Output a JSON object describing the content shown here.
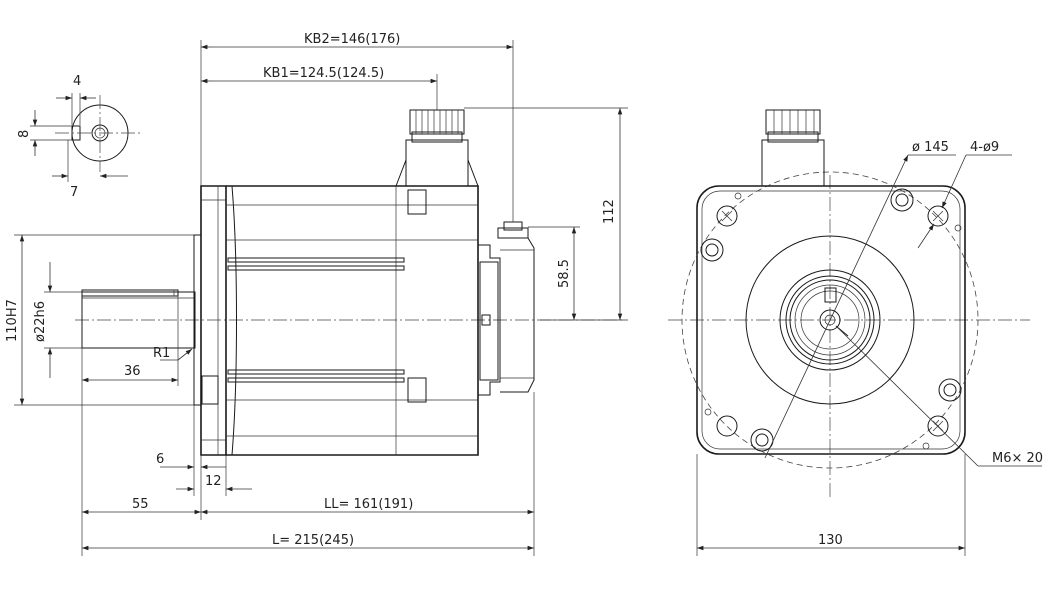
{
  "drawing": {
    "dims": {
      "kb2": "KB2=146(176)",
      "kb1": "KB1=124.5(124.5)",
      "key_width": "4",
      "key_height": "8",
      "key_depth": "7",
      "height_112": "112",
      "height_58_5": "58.5",
      "flange_spigot": "110H7",
      "shaft_dia": "ø22h6",
      "fillet": "R1",
      "shaft_len": "36",
      "flange_thk": "6",
      "spigot_len": "12",
      "shaft_ext": "55",
      "ll": "LL= 161(191)",
      "l": "L= 215(245)",
      "pcd": "ø 145",
      "holes": "4-ø9",
      "tap": "M6× 20",
      "flange_sq": "130"
    }
  }
}
